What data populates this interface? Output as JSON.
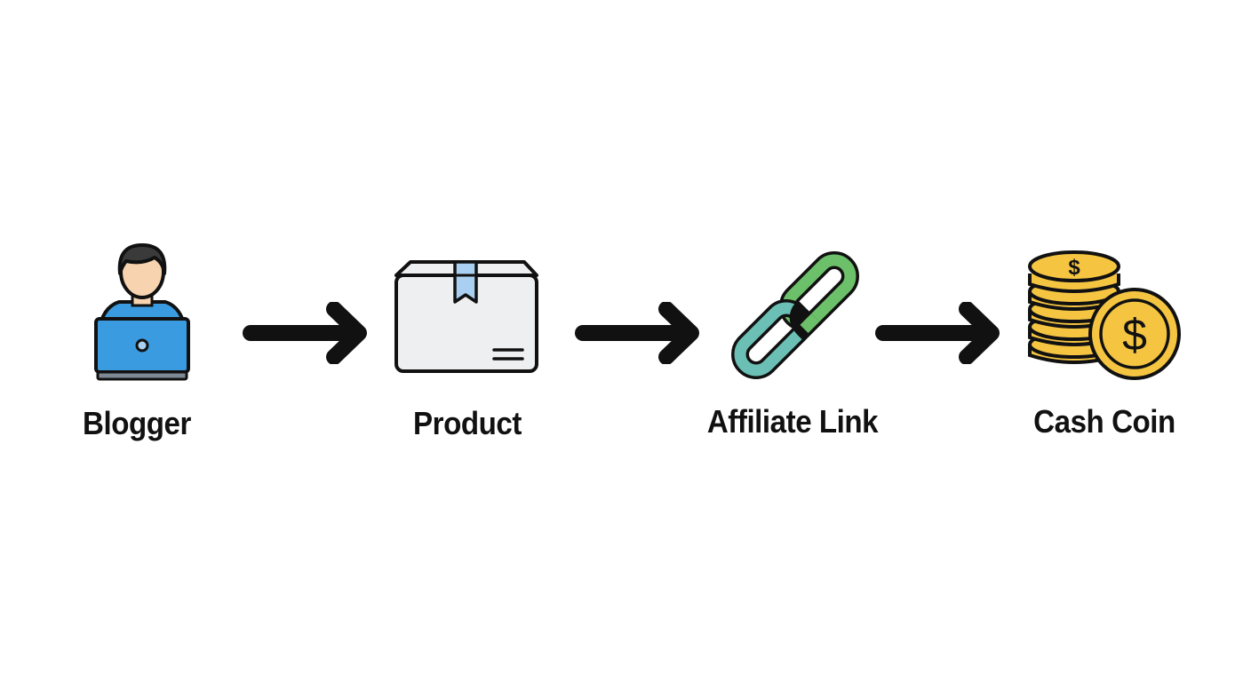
{
  "diagram": {
    "steps": [
      {
        "label": "Blogger",
        "icon": "blogger-laptop-icon"
      },
      {
        "label": "Product",
        "icon": "package-box-icon"
      },
      {
        "label": "Affiliate Link",
        "icon": "chain-link-icon"
      },
      {
        "label": "Cash Coin",
        "icon": "coin-stack-icon"
      }
    ],
    "connectors": [
      "arrow-right-icon",
      "arrow-right-icon",
      "arrow-right-icon"
    ]
  },
  "colors": {
    "outline": "#111111",
    "laptop_blue": "#3b9be0",
    "skin": "#f7d3b0",
    "hair": "#3a3a3a",
    "box_fill": "#eeeff1",
    "tape": "#a9d0f0",
    "chain_green": "#6cc06a",
    "chain_teal": "#6bbfb5",
    "coin_gold": "#f5c542"
  }
}
